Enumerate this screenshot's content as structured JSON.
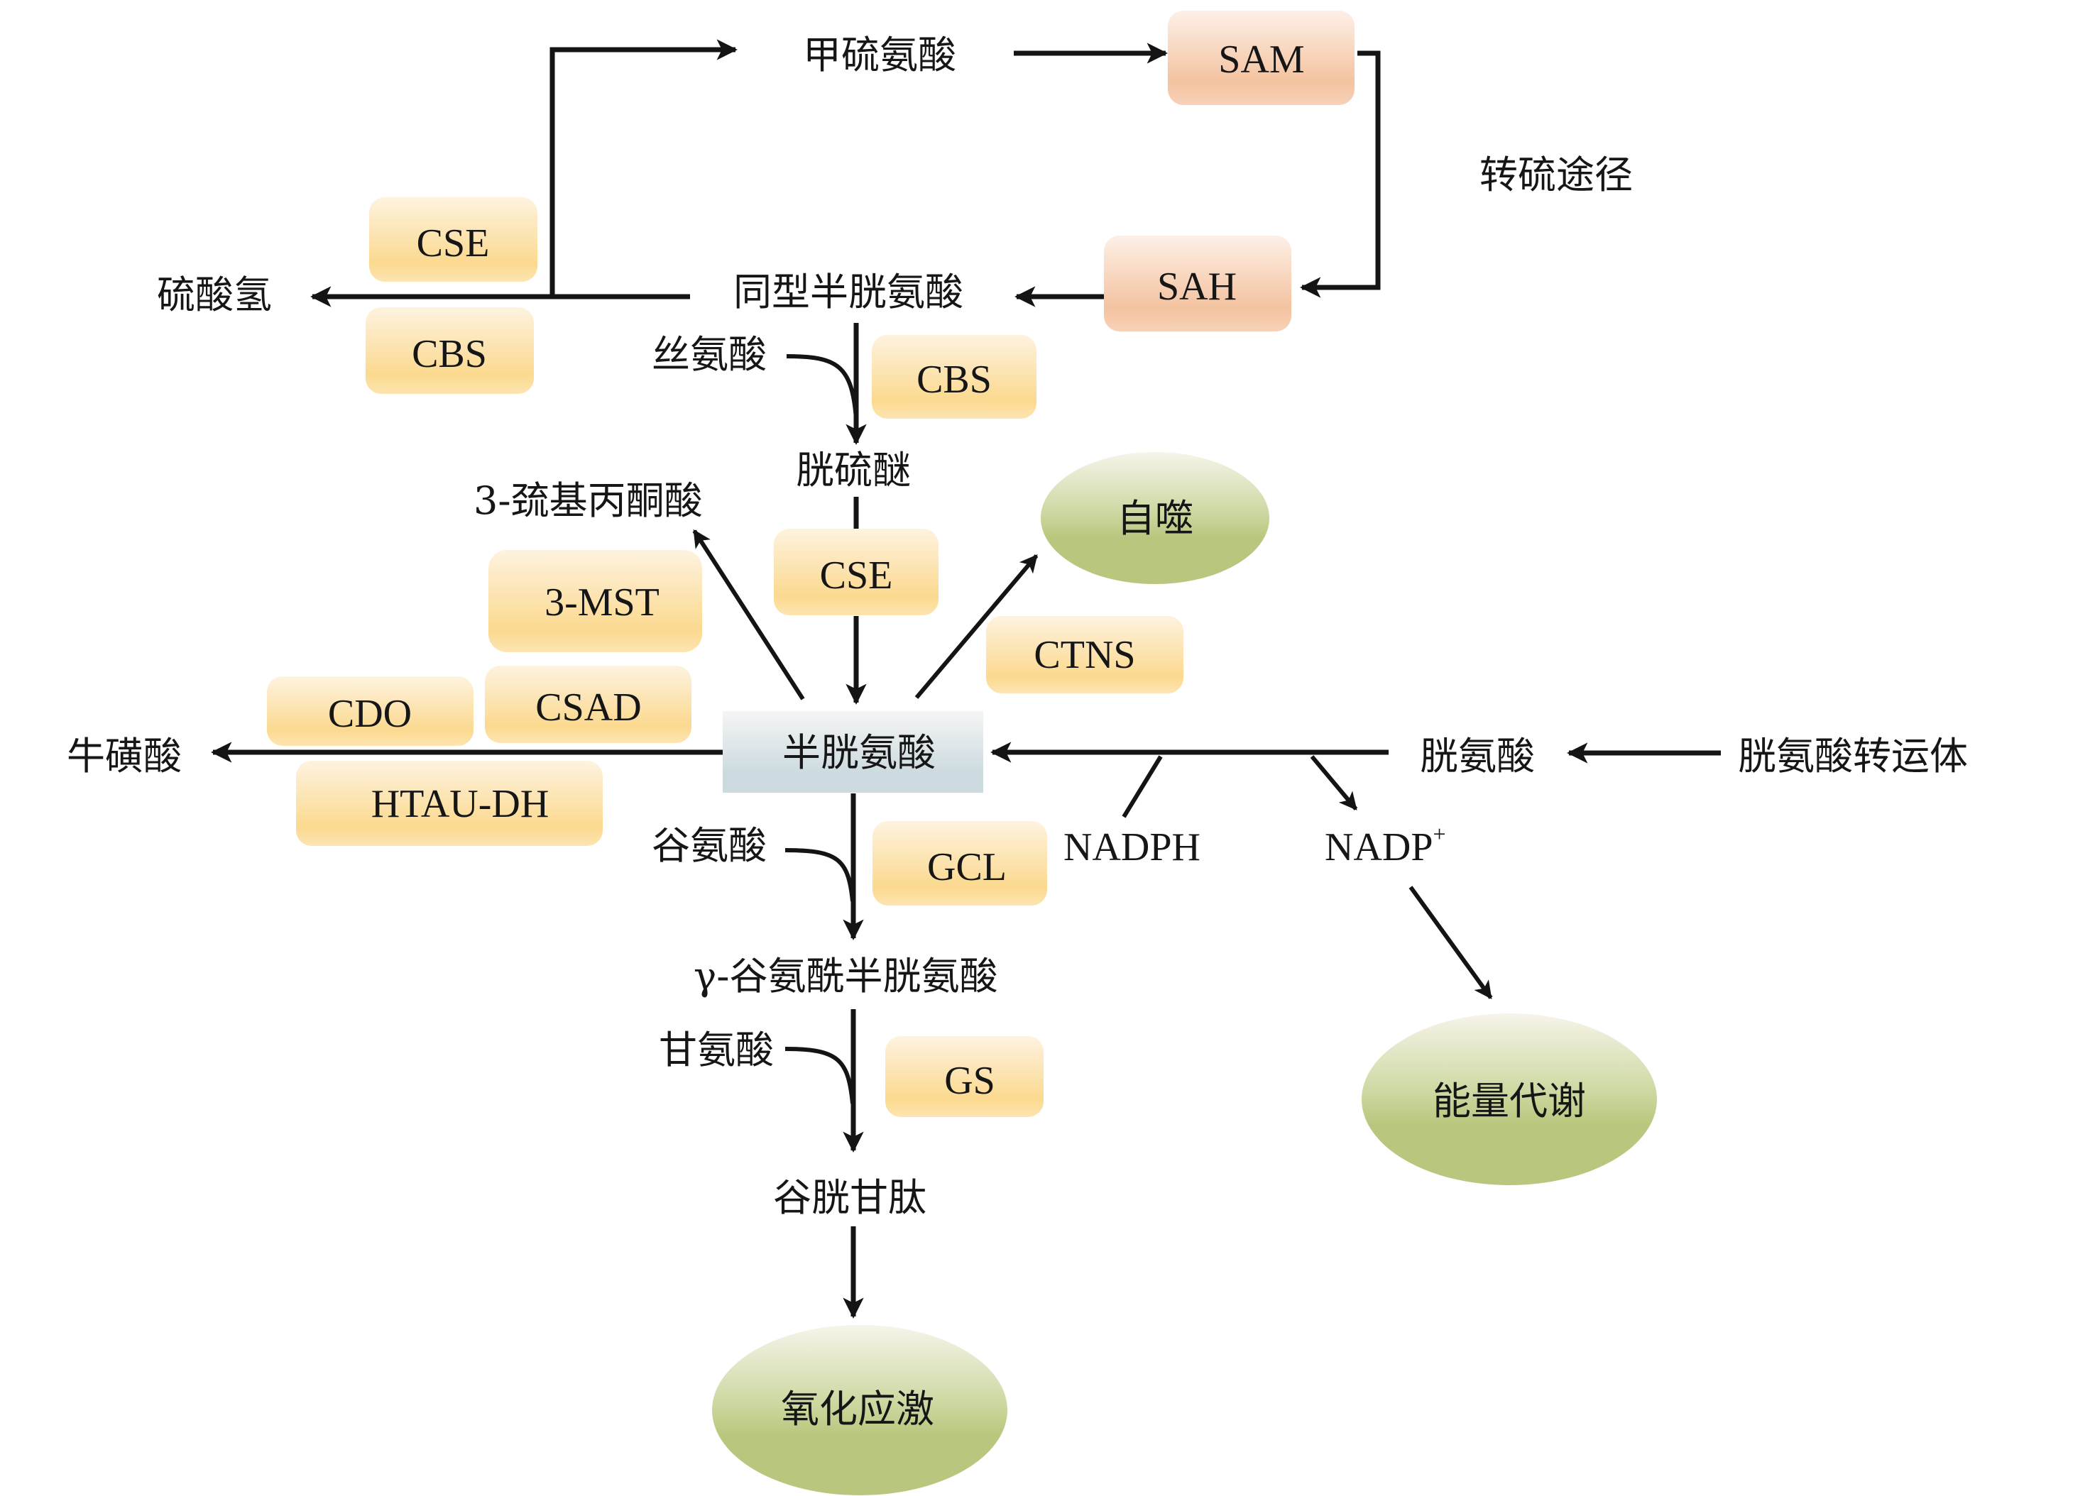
{
  "title": "转硫途径与半胱氨酸代谢",
  "colors": {
    "enzyme_top": "#fef3e0",
    "enzyme_mid": "#fbd98f",
    "enzyme_bottom": "#fde5b2",
    "sam_top": "#fdf0e7",
    "sam_mid": "#f4c3a0",
    "sam_bottom": "#f7d2b8",
    "cys_top": "#f5f5f5",
    "cys_bottom": "#cddbe0",
    "outcome_top": "#f7f4ea",
    "outcome_mid": "#cdd9a3",
    "outcome_bottom": "#b8c77d",
    "arrow": "#141414"
  },
  "metabolites": {
    "methionine": "甲硫氨酸",
    "homocysteine": "同型半胱氨酸",
    "hydrogen_sulfide": "硫酸氢",
    "serine": "丝氨酸",
    "cystathionine": "胱硫醚",
    "mercaptopyruvate": "3-巯基丙酮酸",
    "cysteine": "半胱氨酸",
    "taurine": "牛磺酸",
    "cystine": "胱氨酸",
    "cystine_transporter": "胱氨酸转运体",
    "glutamate": "谷氨酸",
    "gamma_glutamylcysteine": "γ-谷氨酰半胱氨酸",
    "glycine": "甘氨酸",
    "glutathione": "谷胱甘肽",
    "nadph": "NADPH",
    "nadp": "NADP",
    "nadp_sup": "+"
  },
  "pathway_label": "转硫途径",
  "cofactors": {
    "sam": "SAM",
    "sah": "SAH"
  },
  "enzymes": {
    "cse_h2s": "CSE",
    "cbs_h2s": "CBS",
    "cbs_main": "CBS",
    "cse_main": "CSE",
    "mst": "3-MST",
    "ctns": "CTNS",
    "cdo": "CDO",
    "csad": "CSAD",
    "htau_dh": "HTAU-DH",
    "gcl": "GCL",
    "gs": "GS"
  },
  "outcomes": {
    "autophagy": "自噬",
    "energy_metabolism": "能量代谢",
    "oxidative_stress": "氧化应激"
  }
}
